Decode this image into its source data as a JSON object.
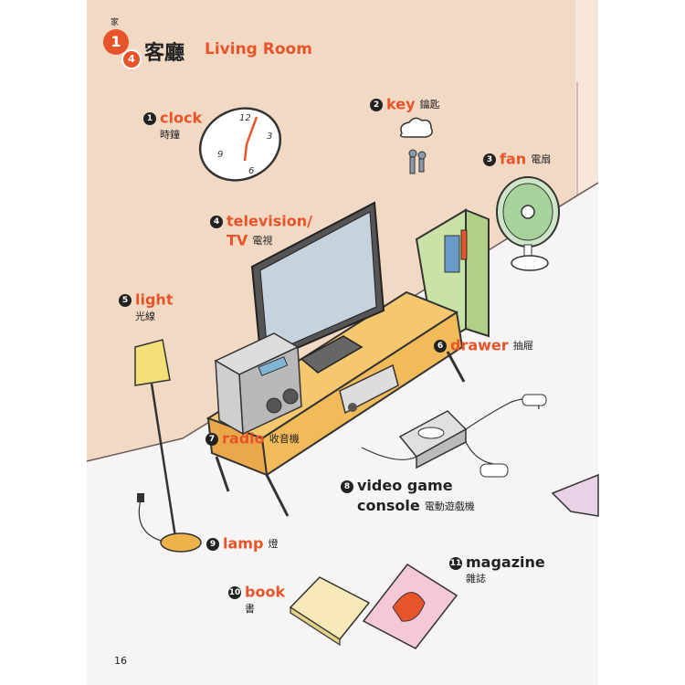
{
  "header": {
    "chapter_tag": "家",
    "chapter_number": "1",
    "lesson_number": "4",
    "title_zh": "客廳",
    "title_en": "Living Room"
  },
  "items": [
    {
      "num": "1",
      "en": "clock",
      "zh": "時鐘"
    },
    {
      "num": "2",
      "en": "key",
      "zh": "鑰匙"
    },
    {
      "num": "3",
      "en": "fan",
      "zh": "電扇"
    },
    {
      "num": "4",
      "en": "television/",
      "en2": "TV",
      "zh": "電視"
    },
    {
      "num": "5",
      "en": "light",
      "zh": "光線"
    },
    {
      "num": "6",
      "en": "drawer",
      "zh": "抽屜"
    },
    {
      "num": "7",
      "en": "radio",
      "zh": "收音機"
    },
    {
      "num": "8",
      "en": "video game",
      "en2": "console",
      "zh": "電動遊戲機"
    },
    {
      "num": "9",
      "en": "lamp",
      "zh": "燈"
    },
    {
      "num": "10",
      "en": "book",
      "zh": "書"
    },
    {
      "num": "11",
      "en": "magazine",
      "zh": "雜誌"
    }
  ],
  "clock_numbers": [
    "12",
    "3",
    "6",
    "9"
  ],
  "page_number": "16",
  "colors": {
    "accent": "#e8542a",
    "wall": "#f2d9c4",
    "floor": "#f6f4f4"
  }
}
